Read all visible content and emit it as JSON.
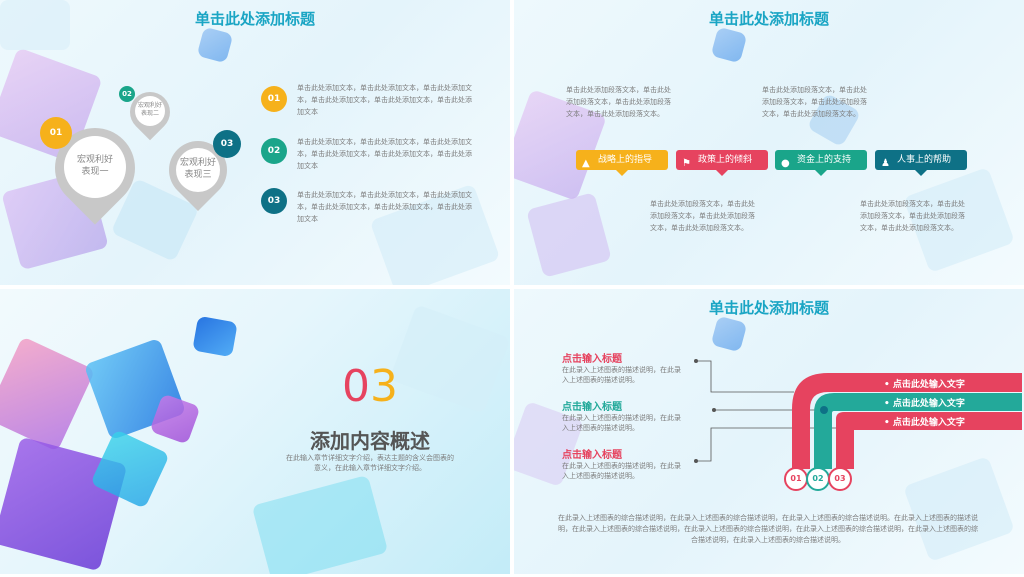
{
  "colors": {
    "title": "#1aa5c4",
    "orange": "#f6b11b",
    "teal": "#1aa58a",
    "navy": "#0e7186",
    "red": "#e6435f",
    "green": "#23a99a"
  },
  "slide1": {
    "title": "单击此处添加标题",
    "pins": [
      {
        "num": "01",
        "label1": "宏观利好",
        "label2": "表现一"
      },
      {
        "num": "02",
        "label1": "宏观利好",
        "label2": "表现二"
      },
      {
        "num": "03",
        "label1": "宏观利好",
        "label2": "表现三"
      }
    ],
    "items": [
      {
        "num": "01",
        "text": "单击此处添加文本，单击此处添加文本，单击此处添加文本，单击此处添加文本，单击此处添加文本，单击此处添加文本"
      },
      {
        "num": "02",
        "text": "单击此处添加文本，单击此处添加文本，单击此处添加文本，单击此处添加文本，单击此处添加文本，单击此处添加文本"
      },
      {
        "num": "03",
        "text": "单击此处添加文本，单击此处添加文本，单击此处添加文本，单击此处添加文本，单击此处添加文本，单击此处添加文本"
      }
    ]
  },
  "slide2": {
    "title": "单击此处添加标题",
    "para": "单击此处添加段落文本，单击此处添加段落文本，单击此处添加段落文本，单击此处添加段落文本。",
    "tags": [
      {
        "label": "战略上的指导",
        "icon": "hat-icon"
      },
      {
        "label": "政策上的倾斜",
        "icon": "flag-icon"
      },
      {
        "label": "资金上的支持",
        "icon": "coin-icon"
      },
      {
        "label": "人事上的帮助",
        "icon": "person-icon"
      }
    ]
  },
  "slide3": {
    "num": "03",
    "heading": "添加内容概述",
    "desc": "在此输入章节详细文字介绍，表达主题的含义会图表的意义，在此输入章节详细文字介绍。"
  },
  "slide4": {
    "title": "单击此处添加标题",
    "items": [
      {
        "head": "点击输入标题",
        "text": "在此录入上述图表的描述说明，在此录入上述图表的描述说明。"
      },
      {
        "head": "点击输入标题",
        "text": "在此录入上述图表的描述说明，在此录入上述图表的描述说明。"
      },
      {
        "head": "点击输入标题",
        "text": "在此录入上述图表的描述说明，在此录入上述图表的描述说明。"
      }
    ],
    "bands": [
      "点击此处输入文字",
      "点击此处输入文字",
      "点击此处输入文字"
    ],
    "circles": [
      "01",
      "02",
      "03"
    ],
    "footer": "在此录入上述图表的综合描述说明，在此录入上述图表的综合描述说明，在此录入上述图表的综合描述说明。在此录入上述图表的描述说明，在此录入上述图表的综合描述说明，在此录入上述图表的综合描述说明，在此录入上述图表的综合描述说明，在此录入上述图表的综合描述说明，在此录入上述图表的综合描述说明。"
  }
}
